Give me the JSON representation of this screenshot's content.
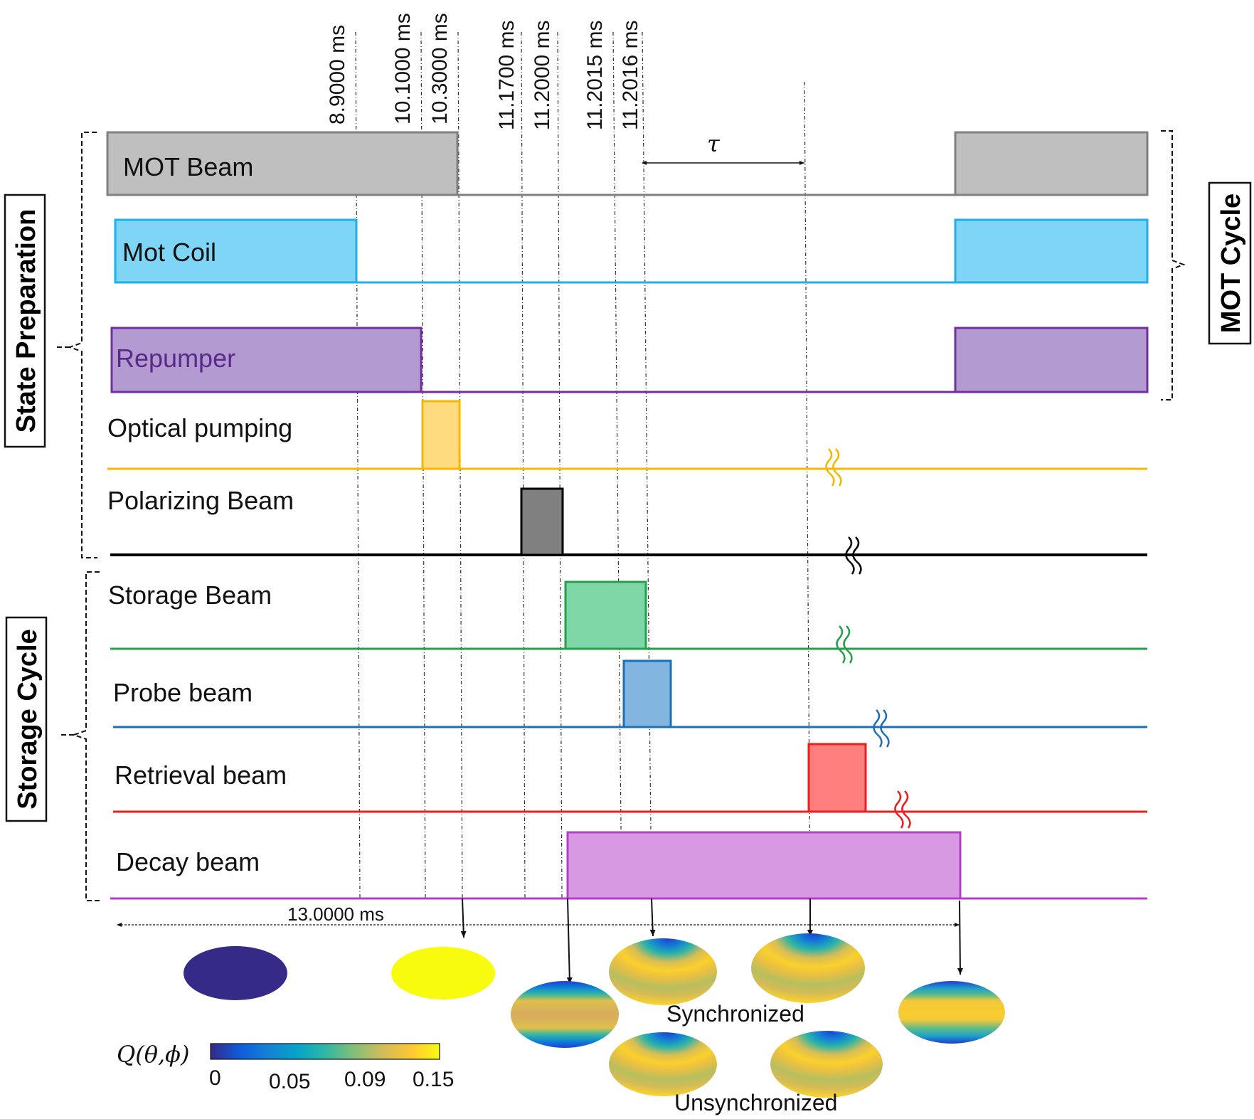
{
  "time_markers": [
    "8.9000 ms",
    "10.1000 ms",
    "10.3000 ms",
    "11.1700 ms",
    "11.2000 ms",
    "11.2015 ms",
    "11.2016 ms"
  ],
  "tau_label": "τ",
  "total_label": "13.0000 ms",
  "groups": {
    "state_preparation": "State Preparation",
    "storage_cycle": "Storage Cycle",
    "mot_cycle": "MOT Cycle"
  },
  "channels": [
    {
      "id": "mot-beam",
      "label": "MOT Beam",
      "color": "#808080",
      "fill": "#bfbfbf"
    },
    {
      "id": "mot-coil",
      "label": "Mot Coil",
      "color": "#1eb0ea",
      "fill": "#7fd5f5"
    },
    {
      "id": "repumper",
      "label": "Repumper",
      "color": "#7030a0",
      "fill": "#b39ad0",
      "label_color": "#5a2a8a"
    },
    {
      "id": "optical-pumping",
      "label": "Optical pumping",
      "color": "#f5b800",
      "fill": "#ffdb80"
    },
    {
      "id": "polarizing-beam",
      "label": "Polarizing Beam",
      "color": "#000000",
      "fill": "#808080"
    },
    {
      "id": "storage-beam",
      "label": "Storage Beam",
      "color": "#22a04a",
      "fill": "#7fd6a6"
    },
    {
      "id": "probe-beam",
      "label": "Probe beam",
      "color": "#1f6fb5",
      "fill": "#82b6e0"
    },
    {
      "id": "retrieval-beam",
      "label": "Retrieval beam",
      "color": "#ee1c1c",
      "fill": "#ff7f7f"
    },
    {
      "id": "decay-beam",
      "label": "Decay beam",
      "color": "#b43fc7",
      "fill": "#d79ae2"
    }
  ],
  "spheres": {
    "synchronized": "Synchronized",
    "unsynchronized": "Unsynchronized"
  },
  "colorbar": {
    "label": "Q(θ,ϕ)",
    "ticks": [
      "0",
      "0.05",
      "0.09",
      "0.15"
    ],
    "stops": [
      "#352a87",
      "#0f5cdd",
      "#1481d6",
      "#06a4ca",
      "#2eb7a4",
      "#87bf77",
      "#d1bb59",
      "#fec832",
      "#f9fb0e"
    ]
  },
  "state_colors": {
    "initial": "#352a87",
    "pumped": "#f9fb0e"
  }
}
